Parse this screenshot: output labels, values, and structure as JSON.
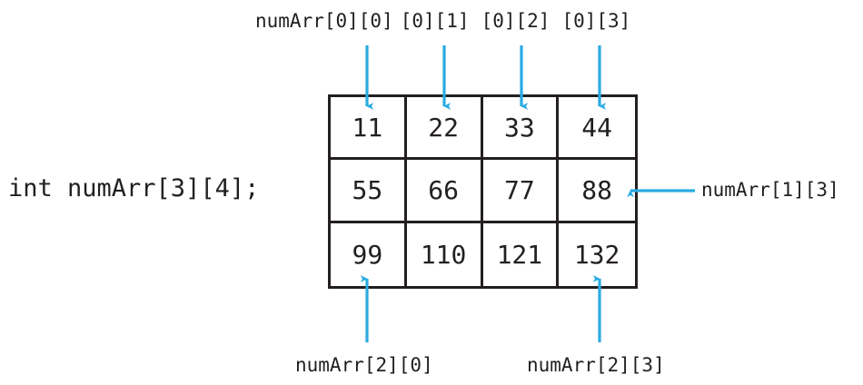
{
  "diagram": {
    "title": "2D array indexing diagram",
    "declaration": "int numArr[3][4];",
    "colors": {
      "arrow": "#29abe2",
      "border": "#231f20",
      "text": "#231f20",
      "background": "#ffffff"
    },
    "grid": {
      "rows": 3,
      "cols": 4,
      "values": [
        [
          "11",
          "22",
          "33",
          "44"
        ],
        [
          "55",
          "66",
          "77",
          "88"
        ],
        [
          "99",
          "110",
          "121",
          "132"
        ]
      ]
    },
    "top_labels": [
      "numArr[0][0]",
      "[0][1]",
      "[0][2]",
      "[0][3]"
    ],
    "right_label": "numArr[1][3]",
    "bottom_labels": [
      "numArr[2][0]",
      "numArr[2][3]"
    ],
    "annotations": {
      "top_arrow_targets": [
        "[0][0]",
        "[0][1]",
        "[0][2]",
        "[0][3]"
      ],
      "right_arrow_target": "[1][3]",
      "bottom_arrow_targets": [
        "[2][0]",
        "[2][3]"
      ]
    }
  }
}
